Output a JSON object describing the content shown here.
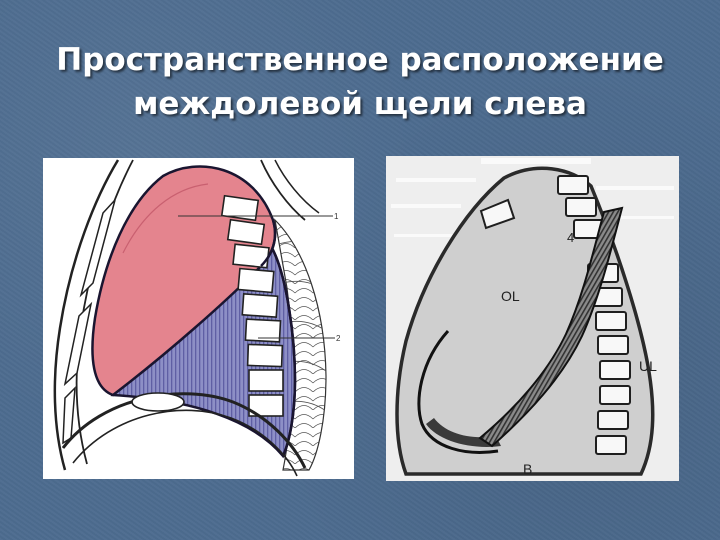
{
  "slide": {
    "title_line1": "Пространственное расположение",
    "title_line2": "междолевой щели слева"
  },
  "left_figure": {
    "marker_1": "1",
    "marker_2": "2"
  },
  "right_figure": {
    "label_upper_lobe": "OL",
    "label_lower_lobe": "UL",
    "label_base": "B",
    "label_vertebra": "4"
  },
  "colors": {
    "background": "#4d6c8f",
    "upper_lobe_fill": "#e4848e",
    "lower_lobe_fill": "#8587c0",
    "outline": "#1a1530"
  }
}
